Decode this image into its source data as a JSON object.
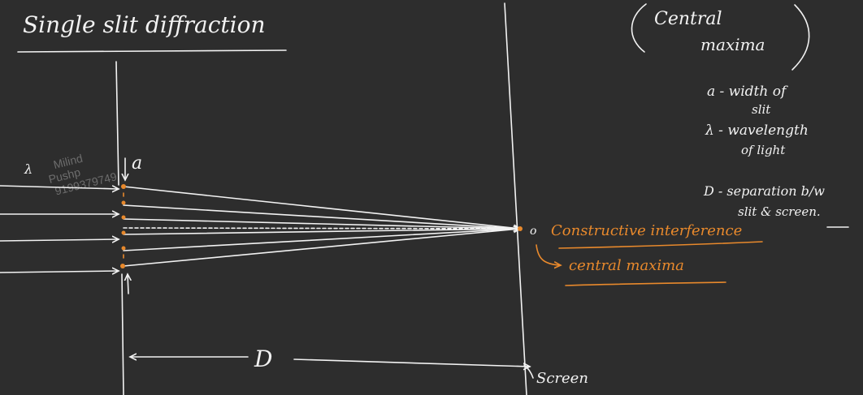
{
  "title": "Single slit diffraction",
  "label_top_right": [
    "Central",
    "maxima"
  ],
  "legend": {
    "a": [
      "a - width of",
      "slit"
    ],
    "lambda": [
      "λ - wavelength",
      "of light"
    ],
    "D": [
      "D - separation b/w",
      "slit & screen."
    ]
  },
  "incident_label": "λ",
  "slit_label": "a",
  "watermark": [
    "Milind",
    "Pushp",
    "9199379749"
  ],
  "point_marker": "o",
  "annotation_orange_1": "Constructive interference",
  "annotation_orange_2": "central maxima",
  "distance_label": "D",
  "screen_label": "Screen",
  "colors": {
    "background": "#2d2d2d",
    "ink": "#f2f2f2",
    "accent": "#e8892c"
  }
}
